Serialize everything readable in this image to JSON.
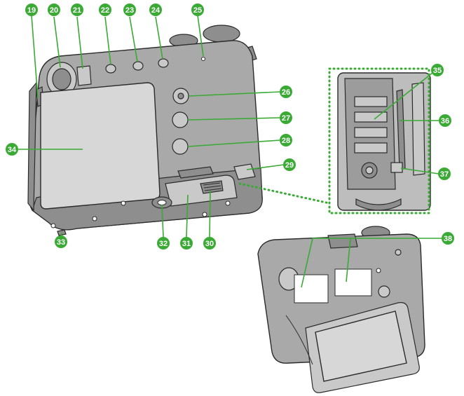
{
  "callouts": [
    {
      "id": "19",
      "label": "19"
    },
    {
      "id": "20",
      "label": "20"
    },
    {
      "id": "21",
      "label": "21"
    },
    {
      "id": "22",
      "label": "22"
    },
    {
      "id": "23",
      "label": "23"
    },
    {
      "id": "24",
      "label": "24"
    },
    {
      "id": "25",
      "label": "25"
    },
    {
      "id": "26",
      "label": "26"
    },
    {
      "id": "27",
      "label": "27"
    },
    {
      "id": "28",
      "label": "28"
    },
    {
      "id": "29",
      "label": "29"
    },
    {
      "id": "30",
      "label": "30"
    },
    {
      "id": "31",
      "label": "31"
    },
    {
      "id": "32",
      "label": "32"
    },
    {
      "id": "33",
      "label": "33"
    },
    {
      "id": "34",
      "label": "34"
    },
    {
      "id": "35",
      "label": "35"
    },
    {
      "id": "36",
      "label": "36"
    },
    {
      "id": "37",
      "label": "37"
    },
    {
      "id": "38",
      "label": "38"
    }
  ],
  "colors": {
    "accent": "#3aaa35",
    "body": "#a9a9a9",
    "outline": "#2b2b2b",
    "screen": "#d7d7d7"
  }
}
